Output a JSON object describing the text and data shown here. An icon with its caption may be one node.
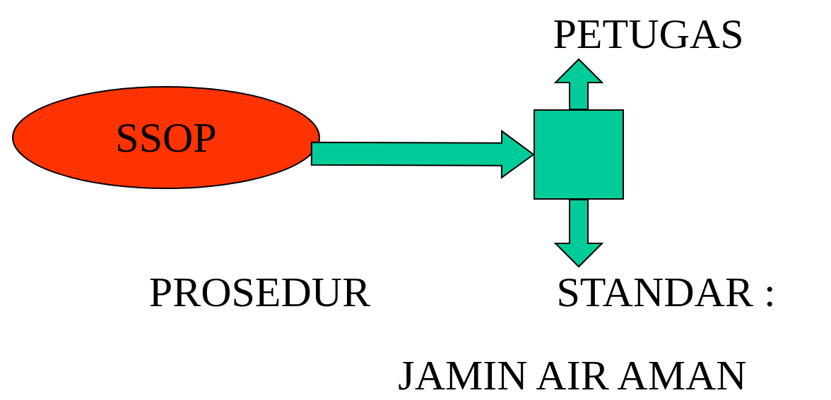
{
  "diagram": {
    "nodes": [
      {
        "text": [
          "SSOP"
        ]
      },
      {
        "text": [],
        "shape": "box"
      },
      {
        "text": [
          "PETUGAS"
        ]
      },
      {
        "text": [
          "STANDAR :"
        ]
      }
    ],
    "edges": [
      {
        "from": 0,
        "to": 1,
        "arrow": "to"
      },
      {
        "from": 1,
        "to": 2,
        "arrow": "to"
      },
      {
        "from": 1,
        "to": 3,
        "arrow": "to"
      }
    ],
    "labels": [
      "PROSEDUR",
      "JAMIN AIR AMAN"
    ]
  }
}
